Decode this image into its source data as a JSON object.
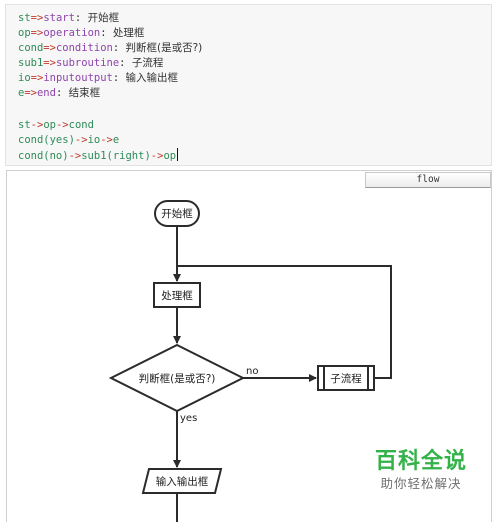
{
  "editor": {
    "lines": [
      {
        "id": "st",
        "k": "st",
        "op": "=>",
        "v": "start",
        "l": "开始框"
      },
      {
        "id": "op",
        "k": "op",
        "op": "=>",
        "v": "operation",
        "l": "处理框"
      },
      {
        "id": "cond",
        "k": "cond",
        "op": "=>",
        "v": "condition",
        "l": "判断框(是或否?)"
      },
      {
        "id": "sub1",
        "k": "sub1",
        "op": "=>",
        "v": "subroutine",
        "l": "子流程"
      },
      {
        "id": "io",
        "k": "io",
        "op": "=>",
        "v": "inputoutput",
        "l": "输入输出框"
      },
      {
        "id": "e",
        "k": "e",
        "op": "=>",
        "v": "end",
        "l": "结束框"
      }
    ],
    "flow_lines": [
      {
        "id": "flow1",
        "parts": [
          "st",
          "->",
          "op",
          "->",
          "cond"
        ]
      },
      {
        "id": "flow2",
        "parts": [
          "cond(yes)",
          "->",
          "io",
          "->",
          "e"
        ]
      },
      {
        "id": "flow3",
        "parts": [
          "cond(no)",
          "->",
          "sub1(right)",
          "->",
          "op"
        ]
      }
    ],
    "colon": ": "
  },
  "preview": {
    "mode_label": "flow",
    "nodes": {
      "start": "开始框",
      "operation": "处理框",
      "condition": "判断框(是或否?)",
      "subroutine": "子流程",
      "inputoutput": "输入输出框"
    },
    "edges": {
      "yes": "yes",
      "no": "no"
    }
  },
  "watermark": {
    "title": "百科全说",
    "subtitle": "助你轻松解决"
  },
  "colors": {
    "key": "#2e8b57",
    "arrow": "#c0392b",
    "value": "#8e44ad",
    "text": "#333333",
    "stroke": "#2b2b2b",
    "watermark": "#34b24a"
  }
}
